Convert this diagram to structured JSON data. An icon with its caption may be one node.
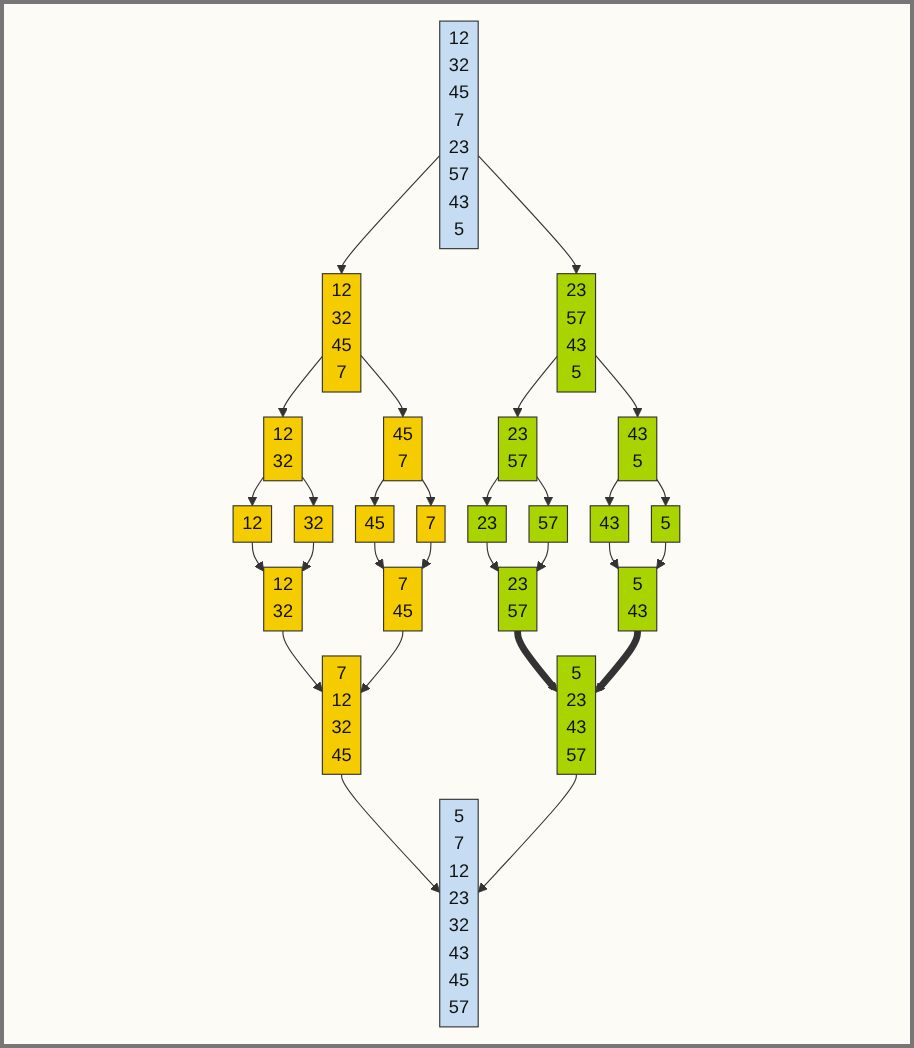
{
  "diagram": {
    "nodes": [
      {
        "text": [
          "12",
          "32",
          "45",
          "7",
          "23",
          "57",
          "43",
          "5"
        ]
      },
      {
        "text": [
          "12",
          "32",
          "45",
          "7"
        ]
      },
      {
        "text": [
          "23",
          "57",
          "43",
          "5"
        ]
      },
      {
        "text": [
          "12",
          "32"
        ]
      },
      {
        "text": [
          "45",
          "7"
        ]
      },
      {
        "text": [
          "23",
          "57"
        ]
      },
      {
        "text": [
          "43",
          "5"
        ]
      },
      {
        "text": [
          "12"
        ]
      },
      {
        "text": [
          "32"
        ]
      },
      {
        "text": [
          "45"
        ]
      },
      {
        "text": [
          "7"
        ]
      },
      {
        "text": [
          "23"
        ]
      },
      {
        "text": [
          "57"
        ]
      },
      {
        "text": [
          "43"
        ]
      },
      {
        "text": [
          "5"
        ]
      },
      {
        "text": [
          "12",
          "32"
        ]
      },
      {
        "text": [
          "7",
          "45"
        ]
      },
      {
        "text": [
          "23",
          "57"
        ]
      },
      {
        "text": [
          "5",
          "43"
        ]
      },
      {
        "text": [
          "7",
          "12",
          "32",
          "45"
        ]
      },
      {
        "text": [
          "5",
          "23",
          "43",
          "57"
        ]
      },
      {
        "text": [
          "5",
          "7",
          "12",
          "23",
          "32",
          "43",
          "45",
          "57"
        ]
      }
    ],
    "edges": [
      {
        "from": 0,
        "to": 1,
        "arrow": "to"
      },
      {
        "from": 0,
        "to": 2,
        "arrow": "to"
      },
      {
        "from": 1,
        "to": 3,
        "arrow": "to"
      },
      {
        "from": 1,
        "to": 4,
        "arrow": "to"
      },
      {
        "from": 2,
        "to": 5,
        "arrow": "to"
      },
      {
        "from": 2,
        "to": 6,
        "arrow": "to"
      },
      {
        "from": 3,
        "to": 7,
        "arrow": "to"
      },
      {
        "from": 3,
        "to": 8,
        "arrow": "to"
      },
      {
        "from": 4,
        "to": 9,
        "arrow": "to"
      },
      {
        "from": 4,
        "to": 10,
        "arrow": "to"
      },
      {
        "from": 5,
        "to": 11,
        "arrow": "to"
      },
      {
        "from": 5,
        "to": 12,
        "arrow": "to"
      },
      {
        "from": 6,
        "to": 13,
        "arrow": "to"
      },
      {
        "from": 6,
        "to": 14,
        "arrow": "to"
      },
      {
        "from": 7,
        "to": 15,
        "arrow": "to"
      },
      {
        "from": 8,
        "to": 15,
        "arrow": "to"
      },
      {
        "from": 9,
        "to": 16,
        "arrow": "to"
      },
      {
        "from": 10,
        "to": 16,
        "arrow": "to"
      },
      {
        "from": 11,
        "to": 17,
        "arrow": "to"
      },
      {
        "from": 12,
        "to": 17,
        "arrow": "to"
      },
      {
        "from": 13,
        "to": 18,
        "arrow": "to"
      },
      {
        "from": 14,
        "to": 18,
        "arrow": "to"
      },
      {
        "from": 15,
        "to": 19,
        "arrow": "to"
      },
      {
        "from": 16,
        "to": 19,
        "arrow": "to"
      },
      {
        "from": 17,
        "to": 20,
        "arrow": "to",
        "style": "thick"
      },
      {
        "from": 18,
        "to": 20,
        "arrow": "to",
        "style": "thick"
      },
      {
        "from": 19,
        "to": 21,
        "arrow": "to"
      },
      {
        "from": 20,
        "to": 21,
        "arrow": "to"
      }
    ]
  }
}
